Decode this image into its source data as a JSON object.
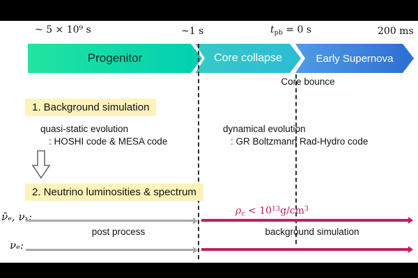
{
  "colors": {
    "progenitor_start": "#22e4a0",
    "progenitor_end": "#00cfb2",
    "core_collapse": "#2fc4cb",
    "supernova_start": "#4f9ce4",
    "supernova_end": "#2d6ed2",
    "highlight_yellow": "#fdf3bb",
    "crimson_line": "#c41d5e",
    "gray_line": "#a9a9ab"
  },
  "icons": {
    "down_arrow": "hollow-block-arrow-down"
  },
  "header": {
    "progenitor_time": "~ 5 × 10⁹ s",
    "one_s": "~1 s",
    "tpb_var": "t",
    "tpb_sub": "pb",
    "tpb_rest": " = 0 s",
    "ms200": "200 ms"
  },
  "bands": {
    "progenitor": "Progenitor",
    "core_collapse": "Core collapse",
    "early_supernova": "Early Supernova",
    "core_bounce": "Core bounce"
  },
  "steps": {
    "step1": "1. Background simulation",
    "quasi_static": "quasi-static evolution",
    "codes1": ": HOSHI code & MESA code",
    "dynamical": "dynamical evolution",
    "codes2": ": GR Boltzmann Rad-Hydro code",
    "step2": "2. Neutrino luminosities & spectrum"
  },
  "density": {
    "rho": "ρ",
    "sub": "c",
    "mid": " < 10",
    "sup": "13",
    "unit": "g/cm",
    "unit_sup": "3"
  },
  "tracks": {
    "row1_label": "ν̄ₑ, νₓ:",
    "row2_label": "νₑ:",
    "post_process": "post process",
    "background_simulation": "background simulation"
  }
}
